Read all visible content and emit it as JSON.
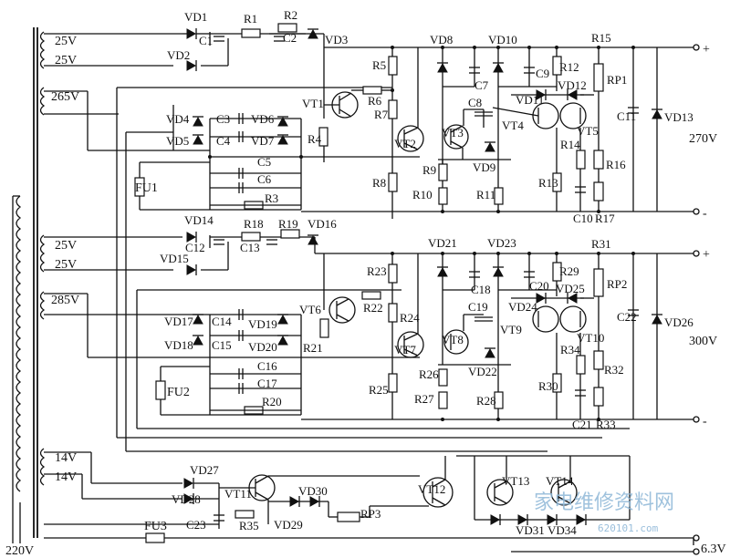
{
  "transformer": {
    "primary": "220V",
    "windings": [
      "25V",
      "25V",
      "265V",
      "25V",
      "25V",
      "285V",
      "14V",
      "14V"
    ]
  },
  "terminals": {
    "plus1": "+",
    "minus1": "-",
    "out1": "270V",
    "plus2": "+",
    "minus2": "-",
    "out2": "300V",
    "out3": "6.3V"
  },
  "fuses": [
    "FU1",
    "FU2",
    "FU3"
  ],
  "section1": {
    "labels": [
      "VD1",
      "C1",
      "R1",
      "R2",
      "C2",
      "VD3",
      "VD2",
      "R5",
      "R6",
      "R7",
      "VT1",
      "R4",
      "VD8",
      "C7",
      "VD10",
      "C9",
      "R12",
      "R15",
      "RP1",
      "VD11",
      "VD12",
      "C8",
      "VT3",
      "VT2",
      "VT4",
      "VT5",
      "VD9",
      "R9",
      "R10",
      "R11",
      "R13",
      "R14",
      "R16",
      "C10",
      "R17",
      "C11",
      "VD13",
      "R8",
      "VD4",
      "VD5",
      "C3",
      "VD6",
      "C4",
      "VD7",
      "C5",
      "C6",
      "R3"
    ]
  },
  "section2": {
    "labels": [
      "VD14",
      "C12",
      "R18",
      "R19",
      "C13",
      "VD16",
      "VD15",
      "R23",
      "R22",
      "R24",
      "VT6",
      "R21",
      "VD21",
      "C18",
      "VD23",
      "C20",
      "R29",
      "R31",
      "RP2",
      "VD24",
      "VD25",
      "C19",
      "VT8",
      "VT7",
      "VT9",
      "VT10",
      "VD22",
      "R26",
      "R27",
      "R28",
      "R30",
      "R34",
      "R32",
      "C21",
      "R33",
      "C22",
      "VD26",
      "R25",
      "VD17",
      "VD18",
      "C14",
      "VD19",
      "C15",
      "VD20",
      "C16",
      "C17",
      "R20"
    ]
  },
  "section3": {
    "labels": [
      "VD27",
      "VD28",
      "VT11",
      "C23",
      "R35",
      "VD30",
      "VD29",
      "RP3",
      "VT12",
      "VT13",
      "VT14",
      "VD31",
      "VD34"
    ]
  },
  "watermark": {
    "main": "家电维修资料网",
    "sub": "620101.com"
  }
}
